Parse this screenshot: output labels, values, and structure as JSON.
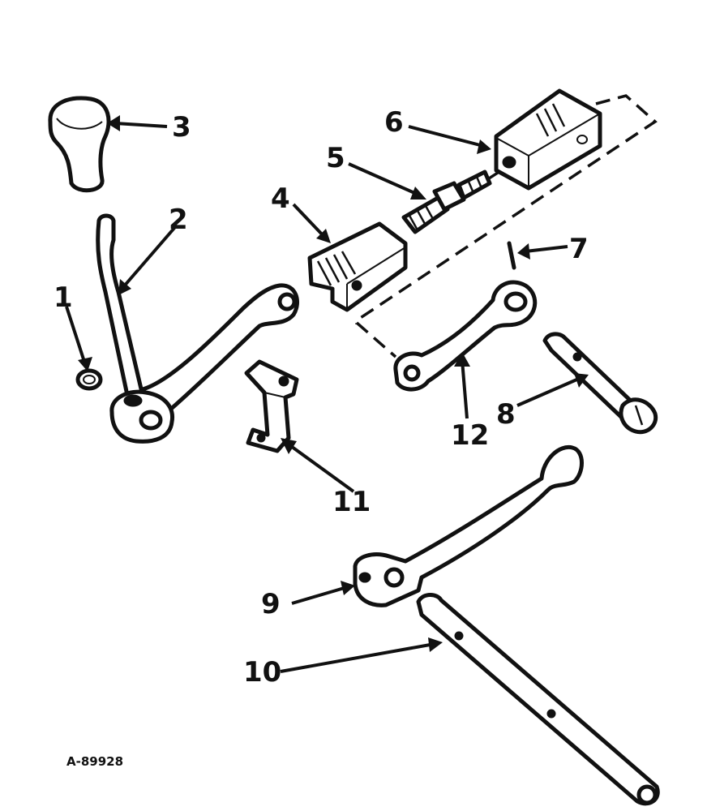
{
  "figure_id": "A-89928",
  "callouts": [
    {
      "number": "1"
    },
    {
      "number": "2"
    },
    {
      "number": "3"
    },
    {
      "number": "4"
    },
    {
      "number": "5"
    },
    {
      "number": "6"
    },
    {
      "number": "7"
    },
    {
      "number": "8"
    },
    {
      "number": "9"
    },
    {
      "number": "10"
    },
    {
      "number": "11"
    },
    {
      "number": "12"
    }
  ]
}
